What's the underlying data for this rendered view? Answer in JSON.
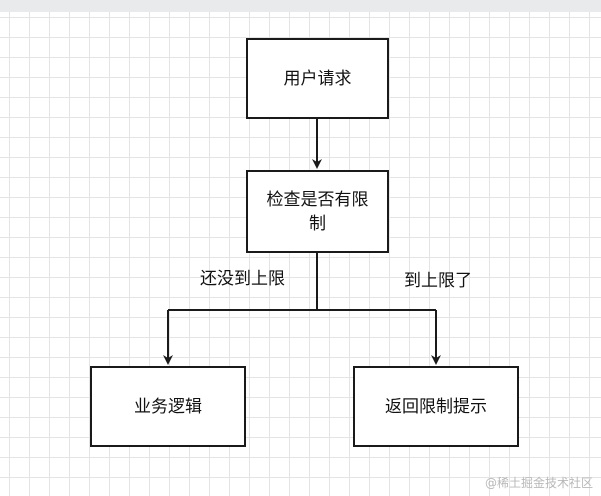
{
  "nodes": {
    "request": "用户请求",
    "check": "检查是否有限制",
    "business": "业务逻辑",
    "limit": "返回限制提示"
  },
  "edges": {
    "not_reached": "还没到上限",
    "reached": "到上限了"
  },
  "watermark": "@稀土掘金技术社区"
}
